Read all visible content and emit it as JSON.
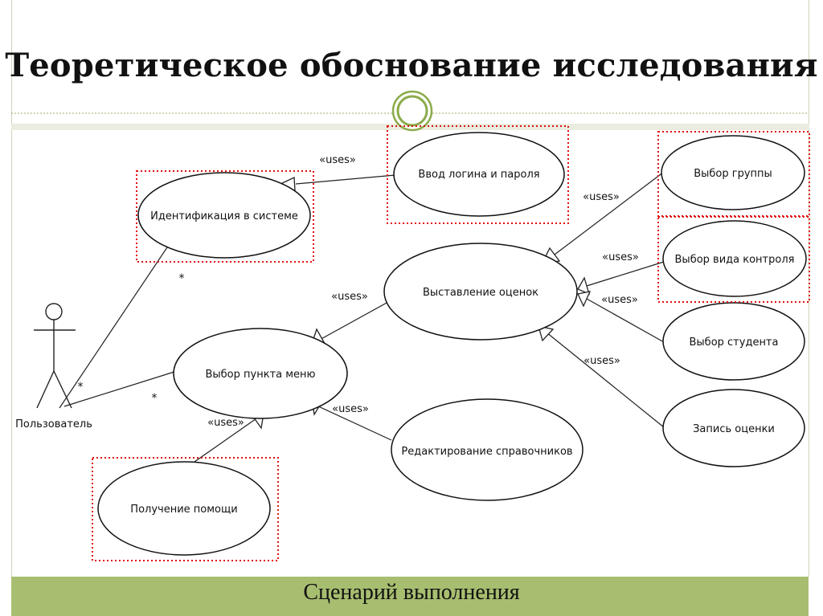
{
  "slide": {
    "title": "Теоретическое обоснование исследования",
    "caption": "Сценарий выполнения"
  },
  "actor": {
    "label": "Пользователь",
    "multiplicities": [
      "*",
      "*",
      "*"
    ]
  },
  "use_cases": {
    "login": "Ввод логина и пароля",
    "identification": "Идентификация в системе",
    "grading": "Выставление оценок",
    "menu": "Выбор пункта меню",
    "help": "Получение помощи",
    "editing": "Редактирование справочников",
    "group": "Выбор группы",
    "control_type": "Выбор вида контроля",
    "student": "Выбор студента",
    "record": "Запись оценки"
  },
  "relation_label": "«uses»",
  "colors": {
    "accent_bar": "#a7be70",
    "highlight_border": "#e01010",
    "ring": "#8aab4a"
  }
}
